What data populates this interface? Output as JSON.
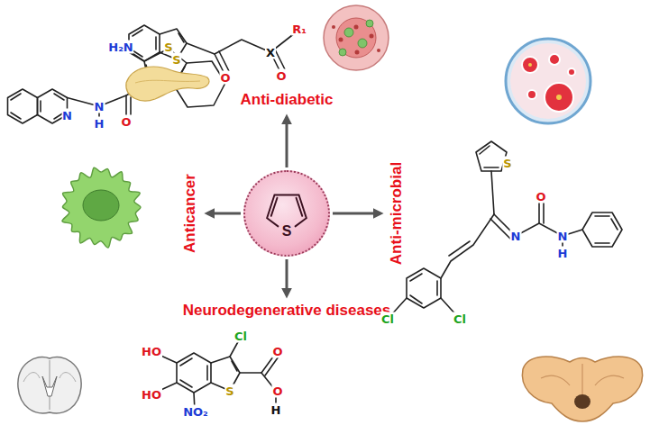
{
  "diagram": {
    "nodes": [
      {
        "text": [
          "S"
        ]
      },
      {
        "text": [
          "Anti-diabetic"
        ]
      },
      {
        "text": [
          "Anti-microbial"
        ]
      },
      {
        "text": [
          "Neurodegenerative diseases"
        ]
      },
      {
        "text": [
          "Anticancer"
        ]
      }
    ],
    "edges": [
      {
        "from": 0,
        "to": 1,
        "arrow": "to"
      },
      {
        "from": 0,
        "to": 2,
        "arrow": "to"
      },
      {
        "from": 0,
        "to": 3,
        "arrow": "to"
      },
      {
        "from": 0,
        "to": 4,
        "arrow": "to"
      }
    ],
    "labels": [
      "S",
      "O",
      "X",
      "O",
      "R₁",
      "H₂N",
      "S",
      "N",
      "H",
      "O",
      "N",
      "S",
      "N",
      "O",
      "N",
      "H",
      "Cl",
      "Cl",
      "HO",
      "HO",
      "NO₂",
      "Cl",
      "S",
      "O",
      "O",
      "H"
    ]
  }
}
